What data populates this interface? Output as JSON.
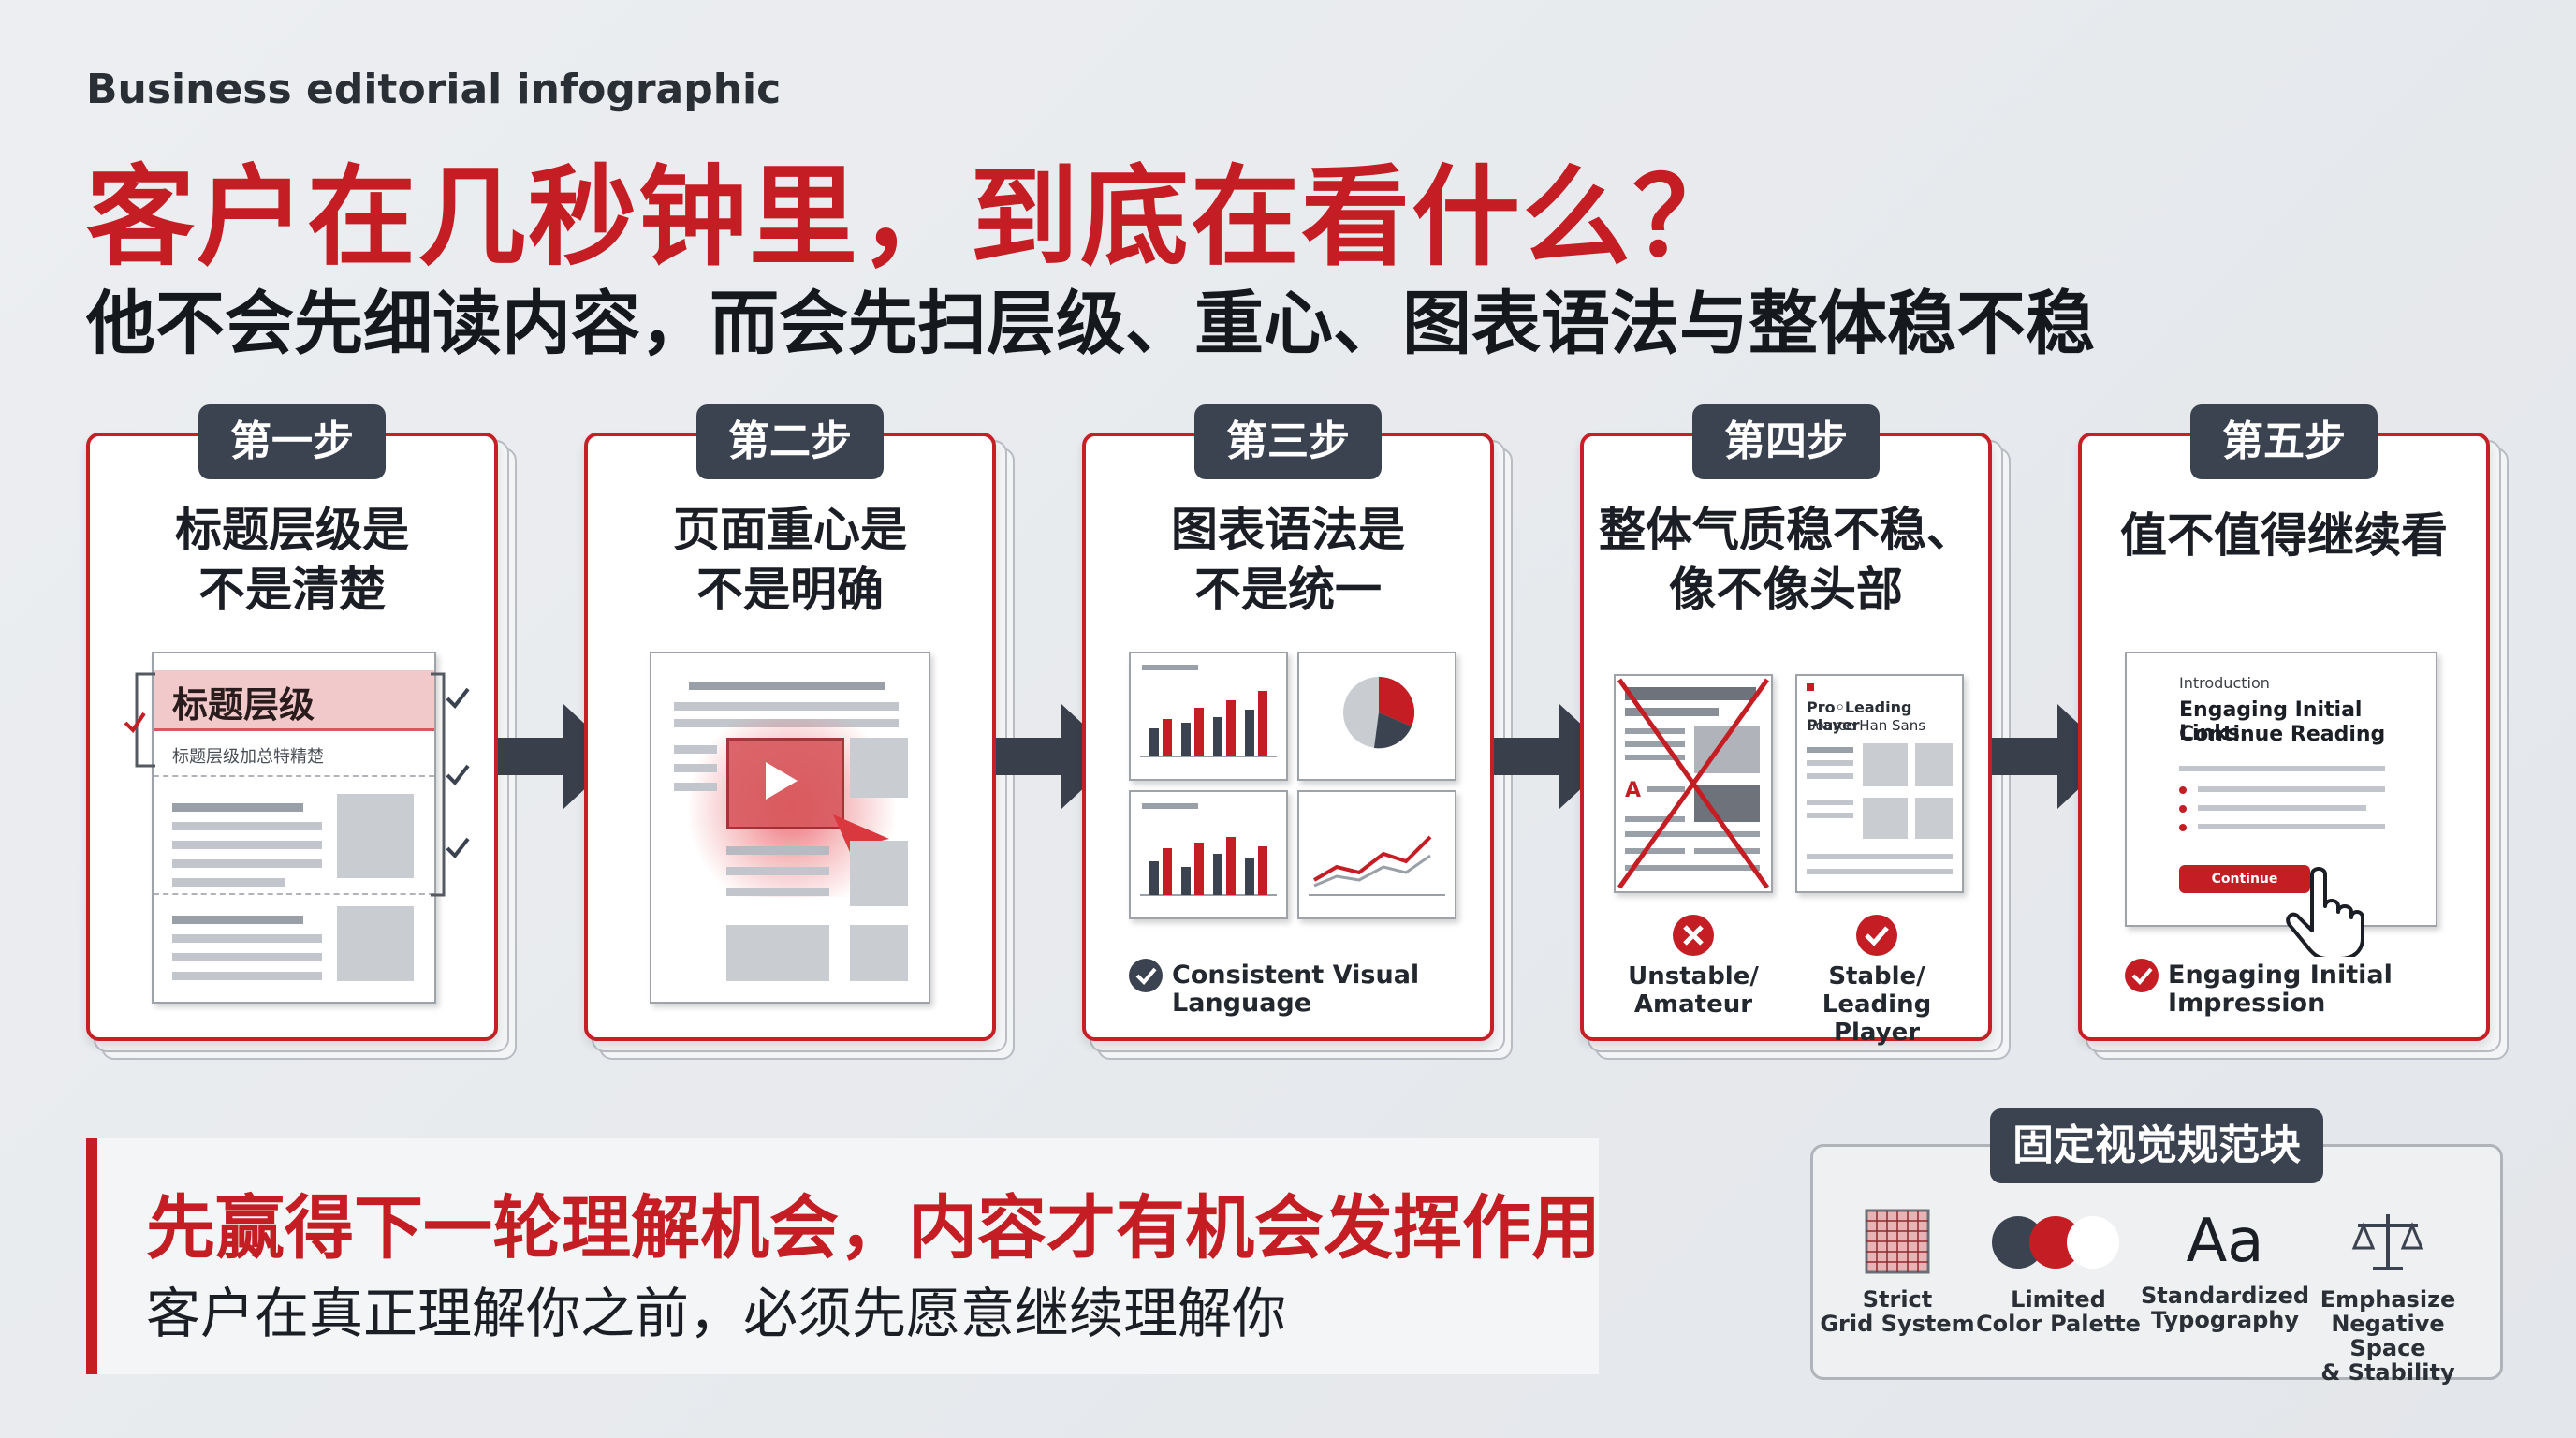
{
  "header": {
    "kicker": "Business editorial infographic",
    "title": "客户在几秒钟里，到底在看什么？",
    "subtitle": "他不会先细读内容，而会先扫层级、重心、图表语法与整体稳不稳"
  },
  "steps": [
    {
      "tab": "第一步",
      "title_line1": "标题层级是",
      "title_line2": "不是清楚",
      "doc_heading": "标题层级",
      "doc_subheading": "标题层级加总特精楚"
    },
    {
      "tab": "第二步",
      "title_line1": "页面重心是",
      "title_line2": "不是明确"
    },
    {
      "tab": "第三步",
      "title_line1": "图表语法是",
      "title_line2": "不是统一",
      "caption": "Consistent Visual Language"
    },
    {
      "tab": "第四步",
      "title_line1": "整体气质稳不稳、",
      "title_line2": "像不像头部",
      "good_doc_line1": "Pro◦Leading Player",
      "good_doc_line2": "Source Han Sans",
      "bad_caption_line1": "Unstable/",
      "bad_caption_line2": "Amateur",
      "good_caption_line1": "Stable/",
      "good_caption_line2": "Leading Player"
    },
    {
      "tab": "第五步",
      "title_line1": "值不值得继续看",
      "doc_intro": "Introduction",
      "doc_line1": "Engaging Initial Links.",
      "doc_line2": "Continue Reading",
      "doc_button": "Continue Reading",
      "caption": "Engaging Initial Impression"
    }
  ],
  "bottom": {
    "headline": "先赢得下一轮理解机会，内容才有机会发挥作用",
    "subline": "客户在真正理解你之前，必须先愿意继续理解你"
  },
  "rules": {
    "tab": "固定视觉规范块",
    "items": [
      {
        "label_line1": "Strict",
        "label_line2": "Grid System",
        "icon": "grid-icon"
      },
      {
        "label_line1": "Limited",
        "label_line2": "Color Palette",
        "icon": "palette-icon"
      },
      {
        "label_line1": "Standardized",
        "label_line2": "Typography",
        "icon_text": "Aa"
      },
      {
        "label_line1": "Emphasize",
        "label_line2": "Negative Space",
        "label_line3": "& Stability",
        "icon": "balance-icon"
      }
    ]
  },
  "colors": {
    "accent": "#c41e24",
    "dark": "#3c4350",
    "gray": "#9aa0a8"
  }
}
